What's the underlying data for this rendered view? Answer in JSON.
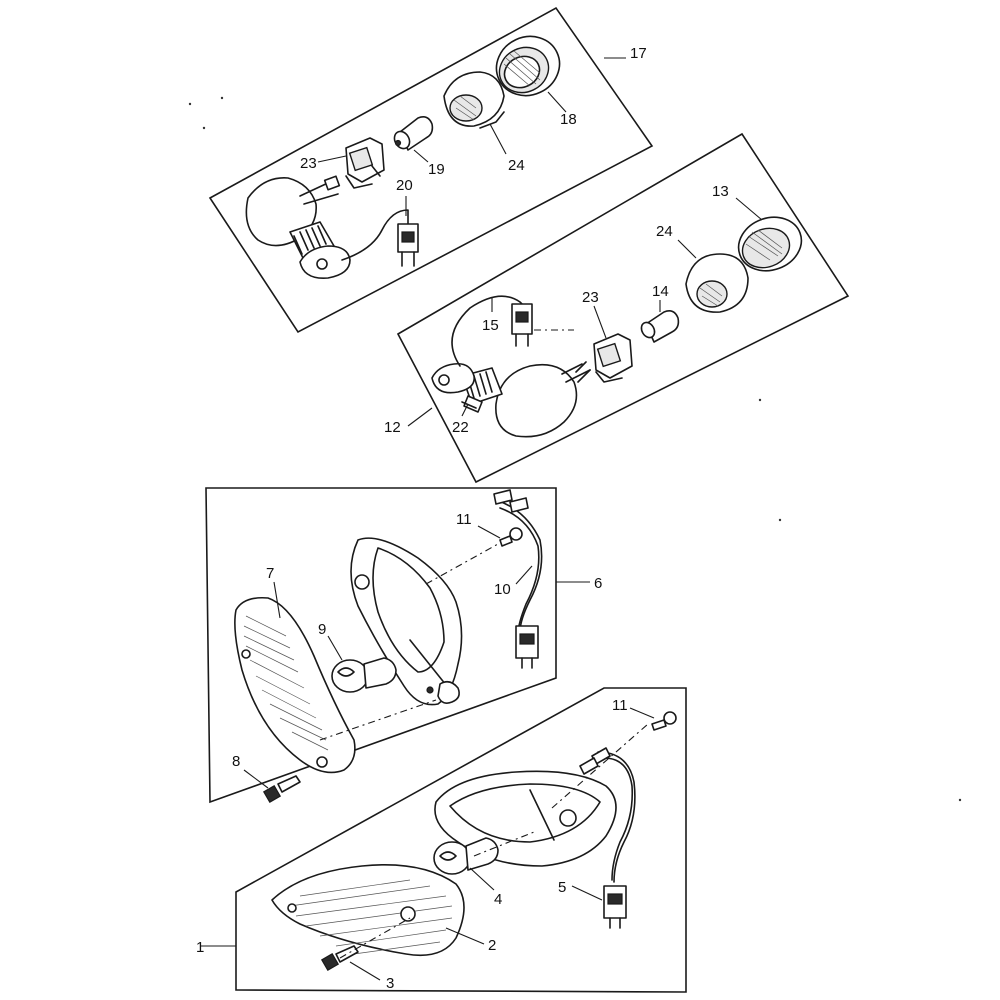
{
  "diagram": {
    "callouts": [
      {
        "id": "c17",
        "label": "17"
      },
      {
        "id": "c18",
        "label": "18"
      },
      {
        "id": "c19",
        "label": "19"
      },
      {
        "id": "c20",
        "label": "20"
      },
      {
        "id": "c23a",
        "label": "23"
      },
      {
        "id": "c24a",
        "label": "24"
      },
      {
        "id": "c13",
        "label": "13"
      },
      {
        "id": "c24b",
        "label": "24"
      },
      {
        "id": "c23b",
        "label": "23"
      },
      {
        "id": "c14",
        "label": "14"
      },
      {
        "id": "c15",
        "label": "15"
      },
      {
        "id": "c12",
        "label": "12"
      },
      {
        "id": "c22",
        "label": "22"
      },
      {
        "id": "c11a",
        "label": "11"
      },
      {
        "id": "c10",
        "label": "10"
      },
      {
        "id": "c6",
        "label": "6"
      },
      {
        "id": "c7",
        "label": "7"
      },
      {
        "id": "c9",
        "label": "9"
      },
      {
        "id": "c8",
        "label": "8"
      },
      {
        "id": "c11b",
        "label": "11"
      },
      {
        "id": "c4",
        "label": "4"
      },
      {
        "id": "c5",
        "label": "5"
      },
      {
        "id": "c2",
        "label": "2"
      },
      {
        "id": "c1",
        "label": "1"
      },
      {
        "id": "c3",
        "label": "3"
      }
    ]
  }
}
